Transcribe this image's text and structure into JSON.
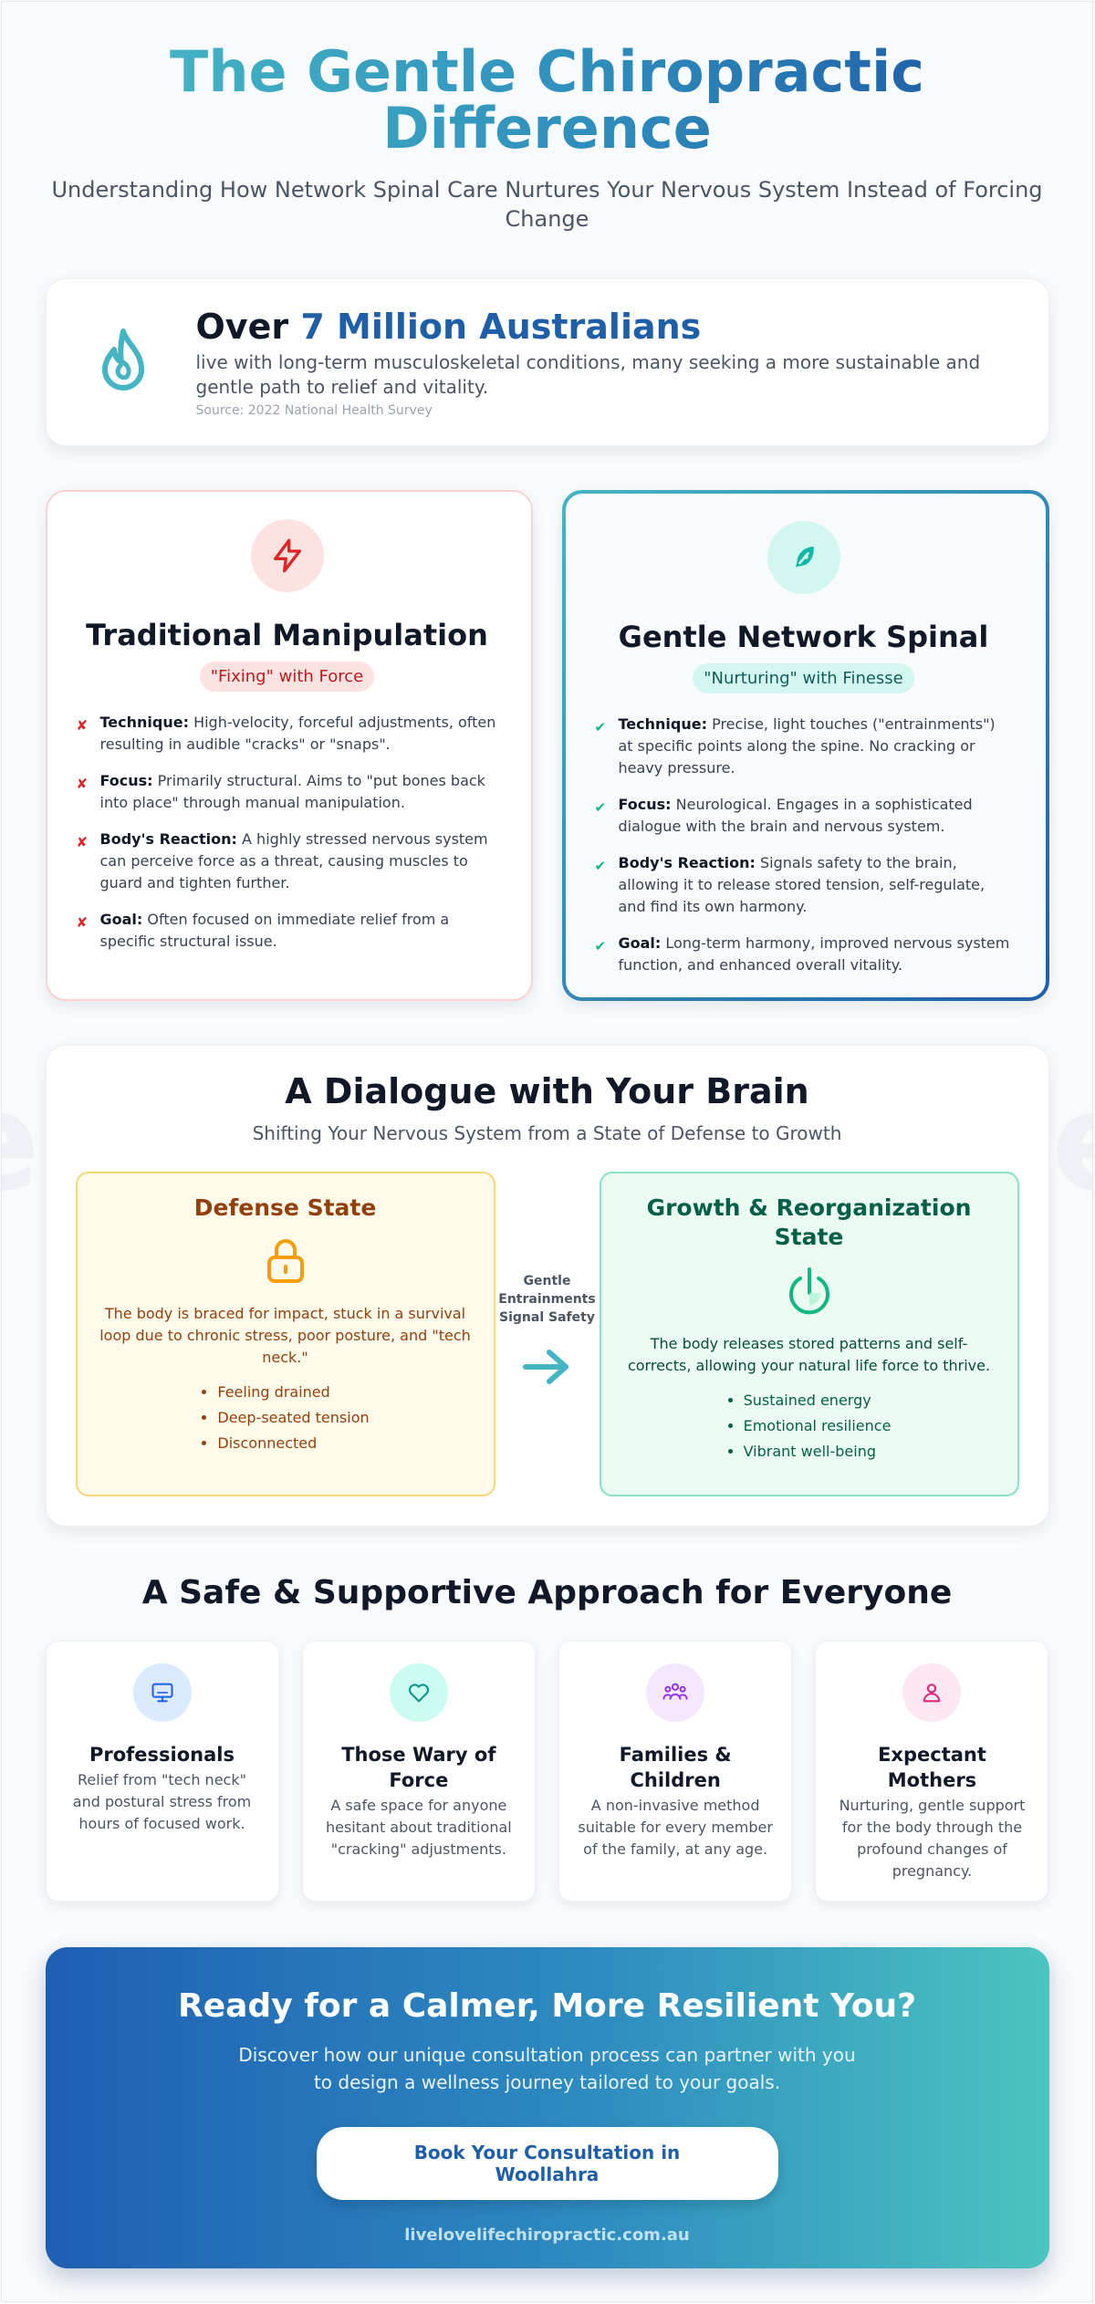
{
  "hero": {
    "title": "The Gentle Chiropractic Difference",
    "subtitle": "Understanding How Network Spinal Care Nurtures Your Nervous System Instead of Forcing Change"
  },
  "stat": {
    "prefix": "Over ",
    "highlight": "7 Million Australians",
    "description": "live with long-term musculoskeletal conditions, many seeking a more sustainable and gentle path to relief and vitality.",
    "source": "Source: 2022 National Health Survey",
    "icon": "flame-icon"
  },
  "traditional": {
    "title": "Traditional Manipulation",
    "tag": "\"Fixing\" with Force",
    "icon": "lightning-icon",
    "items": [
      {
        "label": "Technique:",
        "text": " High-velocity, forceful adjustments, often resulting in audible \"cracks\" or \"snaps\"."
      },
      {
        "label": "Focus:",
        "text": " Primarily structural. Aims to \"put bones back into place\" through manual manipulation."
      },
      {
        "label": "Body's Reaction:",
        "text": " A highly stressed nervous system can perceive force as a threat, causing muscles to guard and tighten further."
      },
      {
        "label": "Goal:",
        "text": " Often focused on immediate relief from a specific structural issue."
      }
    ]
  },
  "gentle": {
    "title": "Gentle Network Spinal",
    "tag": "\"Nurturing\" with Finesse",
    "icon": "feather-icon",
    "items": [
      {
        "label": "Technique:",
        "text": " Precise, light touches (\"entrainments\") at specific points along the spine. No cracking or heavy pressure."
      },
      {
        "label": "Focus:",
        "text": " Neurological. Engages in a sophisticated dialogue with the brain and nervous system."
      },
      {
        "label": "Body's Reaction:",
        "text": " Signals safety to the brain, allowing it to release stored tension, self-regulate, and find its own harmony."
      },
      {
        "label": "Goal:",
        "text": " Long-term harmony, improved nervous system function, and enhanced overall vitality."
      }
    ]
  },
  "dialogue": {
    "title": "A Dialogue with Your Brain",
    "subtitle": "Shifting Your Nervous System from a State of Defense to Growth",
    "arrow_label": [
      "Gentle",
      "Entrainments",
      "Signal Safety"
    ],
    "defense": {
      "title": "Defense State",
      "icon": "lock-icon",
      "description": "The body is braced for impact, stuck in a survival loop due to chronic stress, poor posture, and \"tech neck.\"",
      "items": [
        "Feeling drained",
        "Deep-seated tension",
        "Disconnected"
      ]
    },
    "growth": {
      "title": "Growth & Reorganization State",
      "icon": "power-icon",
      "description": "The body releases stored patterns and self-corrects, allowing your natural life force to thrive.",
      "items": [
        "Sustained energy",
        "Emotional resilience",
        "Vibrant well-being"
      ]
    }
  },
  "approach": {
    "title": "A Safe & Supportive Approach for Everyone",
    "cards": [
      {
        "title": "Professionals",
        "text": "Relief from \"tech neck\" and postural stress from hours of focused work.",
        "icon": "monitor-icon"
      },
      {
        "title": "Those Wary of Force",
        "text": "A safe space for anyone hesitant about traditional \"cracking\" adjustments.",
        "icon": "heart-icon"
      },
      {
        "title": "Families & Children",
        "text": "A non-invasive method suitable for every member of the family, at any age.",
        "icon": "people-icon"
      },
      {
        "title": "Expectant Mothers",
        "text": "Nurturing, gentle support for the body through the profound changes of pregnancy.",
        "icon": "user-icon"
      }
    ]
  },
  "cta": {
    "title": "Ready for a Calmer, More Resilient You?",
    "text": "Discover how our unique consultation process can partner with you to design a wellness journey tailored to your goals.",
    "button": "Book Your Consultation in Woollahra",
    "site": "livelovelifechiropractic.com.au"
  },
  "colors": {
    "brand_blue": "#1f5fa8",
    "brand_teal": "#45b5c4",
    "danger": "#dc2626",
    "success": "#10b981"
  }
}
